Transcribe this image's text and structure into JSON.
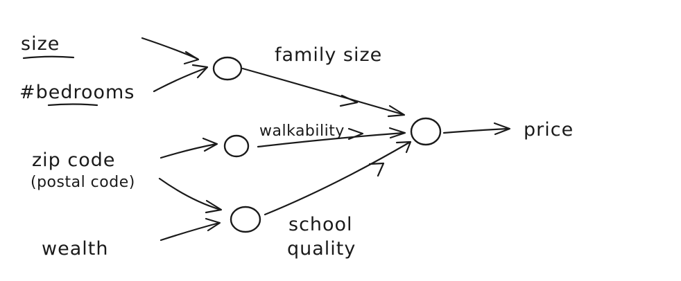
{
  "inputs": {
    "size": "size",
    "bedrooms": "#bedrooms",
    "zip_code": "zip code",
    "postal_code": "(postal code)",
    "wealth": "wealth"
  },
  "hidden_labels": {
    "family_size": "family size",
    "walkability": "walkability",
    "school_quality_line1": "school",
    "school_quality_line2": "quality"
  },
  "output": {
    "price": "price"
  },
  "colors": {
    "ink": "#1a1a1a",
    "background": "#ffffff"
  }
}
